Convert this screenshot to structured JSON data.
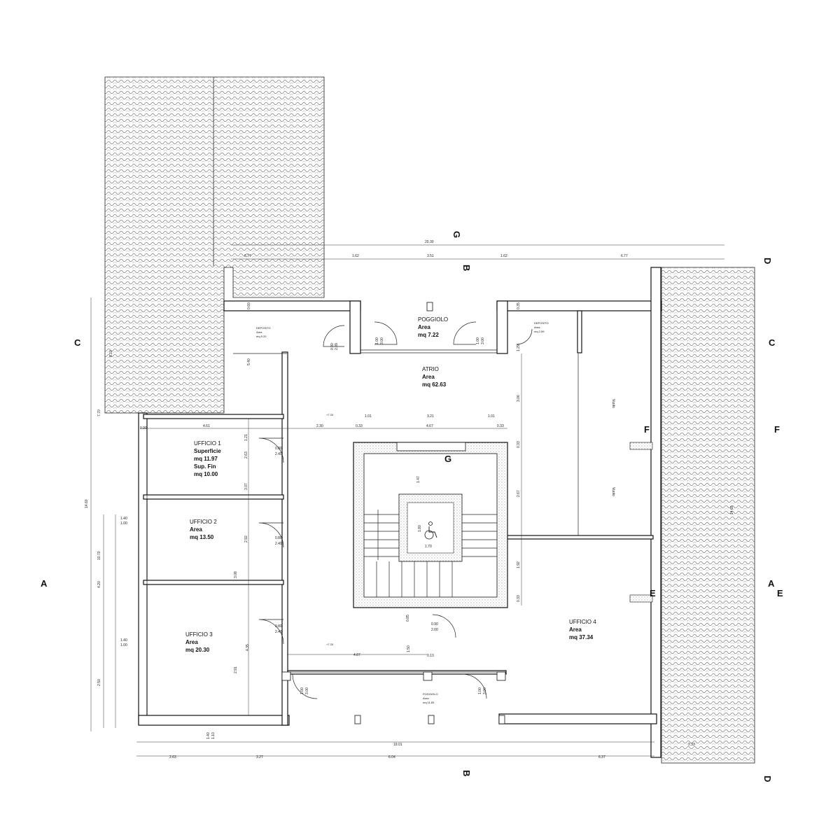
{
  "section_markers": {
    "A": "A",
    "B": "B",
    "C": "C",
    "D": "D",
    "E": "E",
    "F": "F",
    "G": "G"
  },
  "rooms": {
    "poggiolo_top": {
      "name": "POGGIOLO",
      "area": "Area",
      "value": "mq 7.22"
    },
    "atrio": {
      "name": "ATRIO",
      "area": "Area",
      "value": "mq 62.63"
    },
    "ufficio1": {
      "name": "UFFICIO 1",
      "line1": "Superficie",
      "line2": "mq 11.97",
      "line3": "Sup. Fin",
      "line4": "mq 10.00"
    },
    "ufficio2": {
      "name": "UFFICIO 2",
      "area": "Area",
      "value": "mq 13.50"
    },
    "ufficio3": {
      "name": "UFFICIO 3",
      "area": "Area",
      "value": "mq 20.30"
    },
    "ufficio4": {
      "name": "UFFICIO 4",
      "area": "Area",
      "value": "mq 37.34"
    },
    "deposito_left": {
      "name": "DEPOSITO",
      "area": "Area",
      "value": "mq 9.20"
    },
    "deposito_right": {
      "name": "DEPOSITO",
      "area": "Area",
      "value": "mq 2.59"
    },
    "poggiolo_bottom": {
      "name": "POGGIOLO",
      "area": "Area",
      "value": "mq 11.83"
    }
  },
  "voids": {
    "label": "Vuoto"
  },
  "elevation_marks": [
    "+7.20",
    "+7.20"
  ],
  "dimensions": {
    "top_total": "20.30",
    "top_chain": [
      "6.77",
      "1.62",
      "3.51",
      "1.62",
      "6.77"
    ],
    "bottom_total": "19.01",
    "bottom_chain": [
      "2.63",
      "3.27",
      "6.04",
      "6.37"
    ],
    "roof_right_bottom": "2.33",
    "mid_chain": [
      "4.61",
      "2.30",
      "0.33",
      "4.67",
      "0.33"
    ],
    "stair_top": [
      "1.01",
      "3.21",
      "1.01"
    ],
    "corridor": "4.87",
    "left_vertical": [
      "14.60",
      "10.70",
      "4.20",
      "2.50",
      "7.70",
      "5.10"
    ],
    "window_pairs": [
      [
        "1.40",
        "1.00"
      ],
      [
        "1.40",
        "1.00"
      ],
      [
        "1.40",
        "1.10"
      ]
    ],
    "office_heights": [
      "1.21",
      "2.63",
      "3.07",
      "2.92",
      "3.08",
      "4.35",
      "2.91"
    ],
    "right_vertical": [
      "3.06",
      "0.33",
      "2.67",
      "1.92",
      "0.33"
    ],
    "door_sizes": [
      "0.80",
      "2.40"
    ],
    "door_balcony": [
      "1.00",
      "3.00"
    ],
    "stair_door": [
      "0.90",
      "2.00"
    ],
    "misc": [
      "5.40",
      "0.90",
      "0.60",
      "1.29",
      "0.35",
      "1.47",
      "1.80",
      "1.70",
      "0.85",
      "1.50",
      "0.13",
      "0.90",
      "2.09",
      "14.60"
    ]
  }
}
